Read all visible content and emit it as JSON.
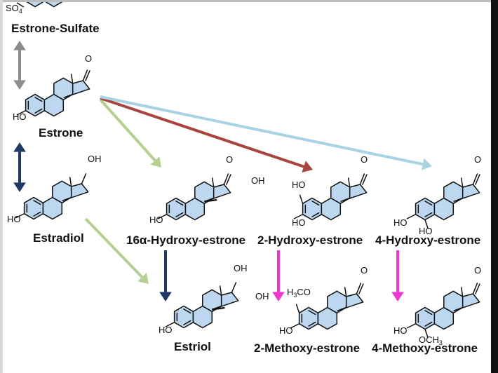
{
  "compounds": {
    "estrone_sulfate": "Estrone-Sulfate",
    "estrone": "Estrone",
    "estradiol": "Estradiol",
    "hydroxy16": "16α-Hydroxy-estrone",
    "hydroxy2": "2-Hydroxy-estrone",
    "hydroxy4": "4-Hydroxy-estrone",
    "estriol": "Estriol",
    "methoxy2": "2-Methoxy-estrone",
    "methoxy4": "4-Methoxy-estrone"
  },
  "atoms": {
    "so4_base": "SO",
    "so4_sub": "4",
    "ho": "HO",
    "oh": "OH",
    "o": "O",
    "h3co_h": "H",
    "h3co_sub": "3",
    "h3co_co": "CO",
    "och3_base": "OCH",
    "och3_sub": "3"
  },
  "colors": {
    "ring_fill": "#bcd7ef",
    "gray_arrow": "#8c8c8c",
    "navy_arrow": "#1f3864",
    "green_arrow": "#b5d090",
    "red_arrow": "#a8453f",
    "lightblue_arrow": "#a9d3e2",
    "magenta_arrow": "#f037d0"
  }
}
